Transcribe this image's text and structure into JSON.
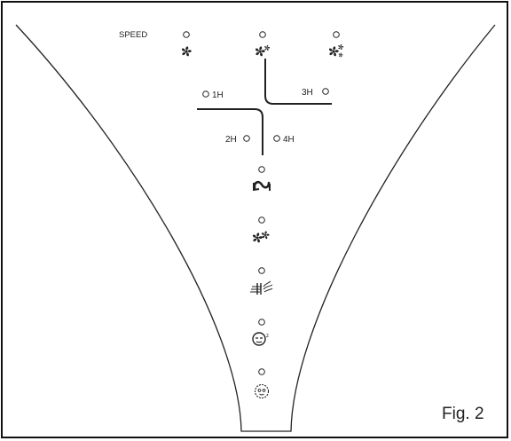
{
  "panel": {
    "speed_label": "SPEED",
    "timers": {
      "t1": "1H",
      "t2": "2H",
      "t3": "3H",
      "t4": "4H"
    },
    "figure_label": "Fig. 2"
  },
  "icons": {
    "speed_low": "fan-low-icon",
    "speed_mid": "fan-medium-icon",
    "speed_high": "fan-high-icon",
    "oscillation": "oscillation-icon",
    "natural_wind": "natural-wind-icon",
    "breeze": "breeze-icon",
    "sleep": "sleep-mode-icon",
    "child": "child-mode-icon"
  },
  "colors": {
    "line": "#222222",
    "background": "#ffffff"
  }
}
